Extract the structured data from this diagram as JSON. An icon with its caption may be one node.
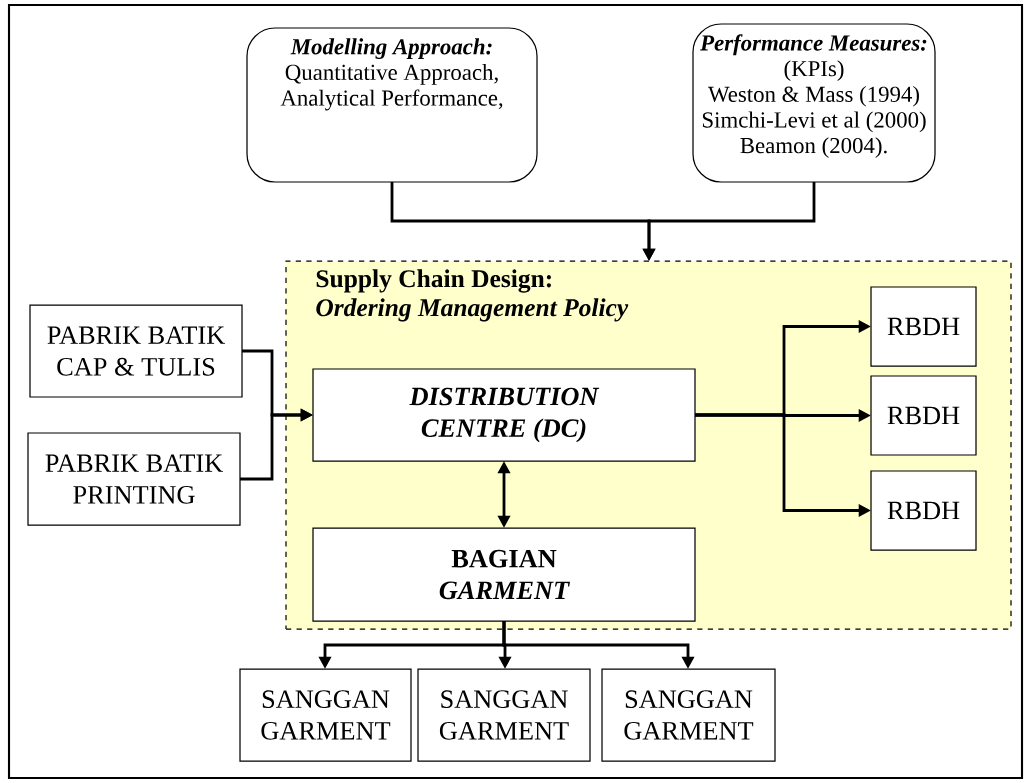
{
  "diagram": {
    "nodes": [
      {
        "text": [
          "Modelling Approach:",
          "Quantitative Approach,",
          "Analytical Performance,"
        ]
      },
      {
        "text": [
          "Performance Measures:",
          "(KPIs)",
          "Weston & Mass (1994)",
          "Simchi-Levi et al (2000)",
          "Beamon (2004)."
        ]
      },
      {
        "text": [
          "Supply Chain Design:",
          "Ordering Management Policy"
        ]
      },
      {
        "text": [
          "PABRIK BATIK CAP & TULIS"
        ]
      },
      {
        "text": [
          "PABRIK BATIK PRINTING"
        ]
      },
      {
        "text": [
          "DISTRIBUTION CENTRE (DC)"
        ],
        "in": 2
      },
      {
        "text": [
          "BAGIAN",
          "GARMENT"
        ],
        "in": 2
      },
      {
        "text": [
          "RBDH"
        ],
        "in": 2
      },
      {
        "text": [
          "RBDH"
        ],
        "in": 2
      },
      {
        "text": [
          "RBDH"
        ],
        "in": 2
      },
      {
        "text": [
          "SANGGAN GARMENT"
        ]
      },
      {
        "text": [
          "SANGGAN GARMENT"
        ]
      },
      {
        "text": [
          "SANGGAN GARMENT"
        ]
      }
    ],
    "edges": [
      {
        "from": 0,
        "to": 2,
        "arrow": "to"
      },
      {
        "from": 1,
        "to": 2,
        "arrow": "to"
      },
      {
        "from": 3,
        "to": 5,
        "arrow": "to"
      },
      {
        "from": 4,
        "to": 5,
        "arrow": "to"
      },
      {
        "from": 5,
        "to": 6,
        "arrow": "both"
      },
      {
        "from": 5,
        "to": 7,
        "arrow": "to"
      },
      {
        "from": 5,
        "to": 8,
        "arrow": "to"
      },
      {
        "from": 5,
        "to": 9,
        "arrow": "to"
      },
      {
        "from": 6,
        "to": 10,
        "arrow": "to"
      },
      {
        "from": 6,
        "to": 11,
        "arrow": "to"
      },
      {
        "from": 6,
        "to": 12,
        "arrow": "to"
      }
    ]
  }
}
